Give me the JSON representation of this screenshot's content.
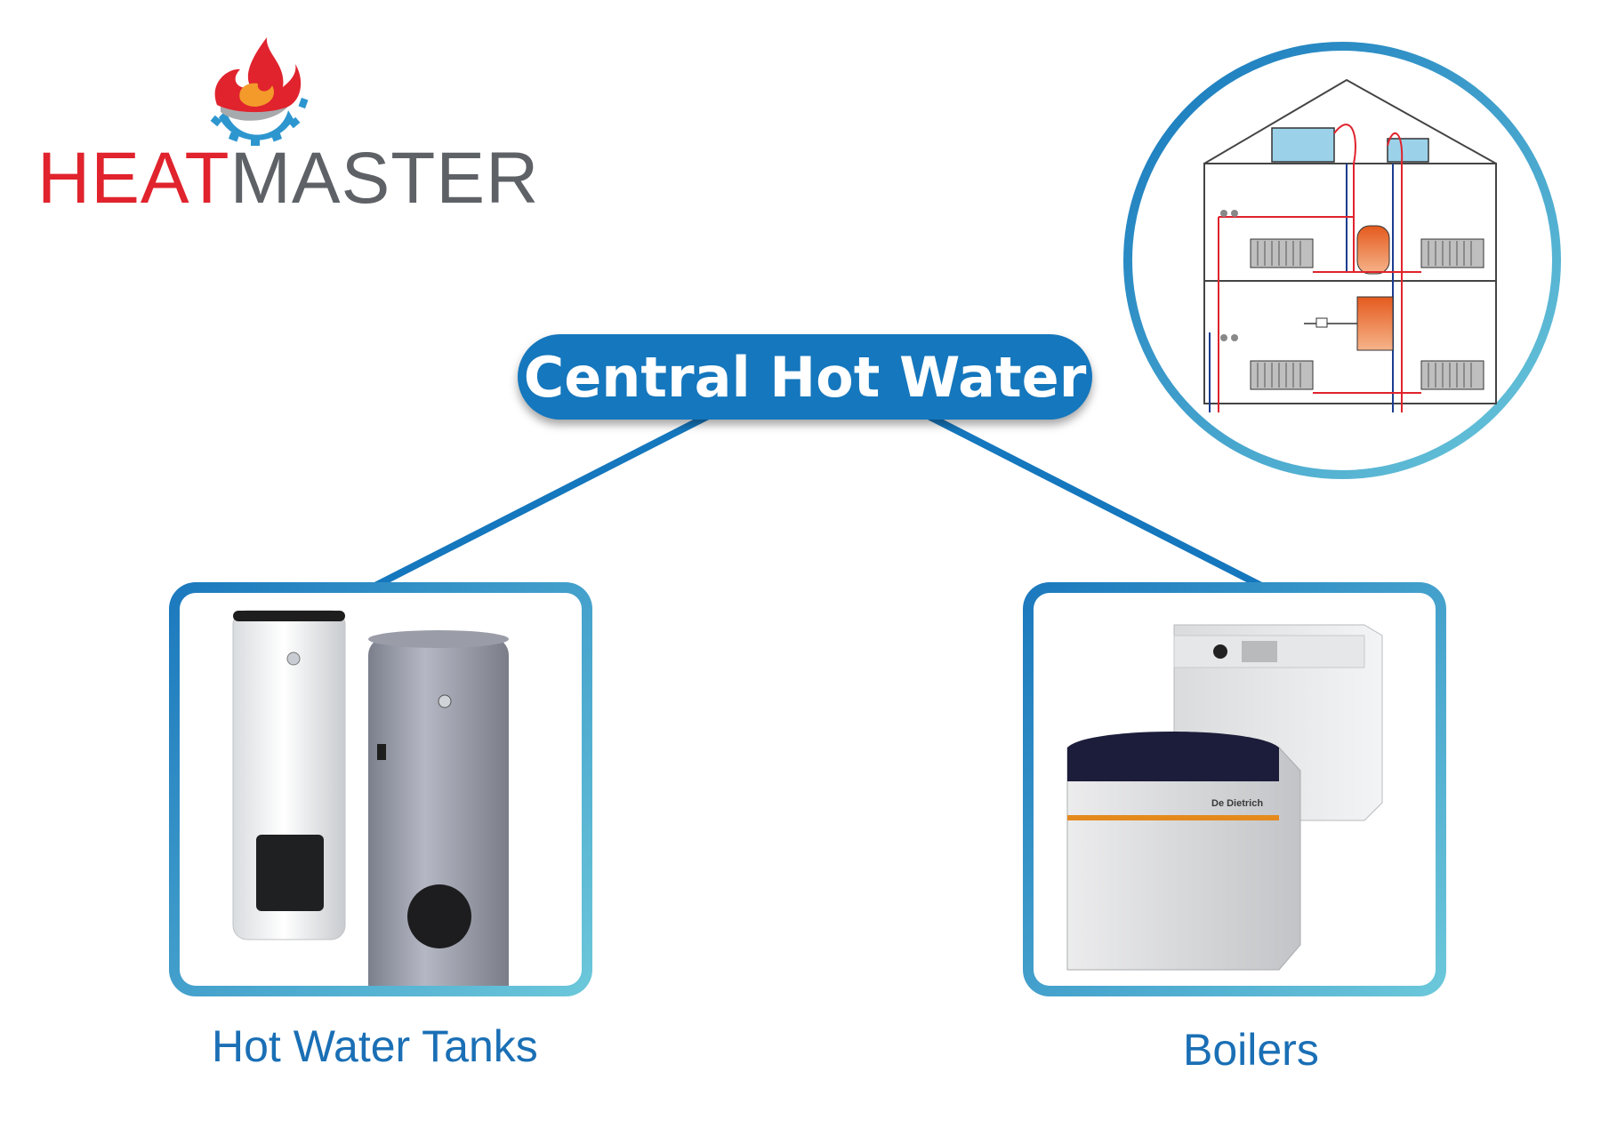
{
  "logo": {
    "heat": "HEAT",
    "master": "MASTER"
  },
  "central": {
    "title": "Central Hot Water"
  },
  "products": {
    "tanks_label": "Hot Water Tanks",
    "boilers_label": "Boilers",
    "boiler_brand": "De Dietrich"
  },
  "colors": {
    "brand_red": "#e0232d",
    "brand_grey": "#5e6266",
    "accent_blue": "#1577bd",
    "light_blue": "#6cc8da",
    "label_blue": "#1a6fb5"
  }
}
